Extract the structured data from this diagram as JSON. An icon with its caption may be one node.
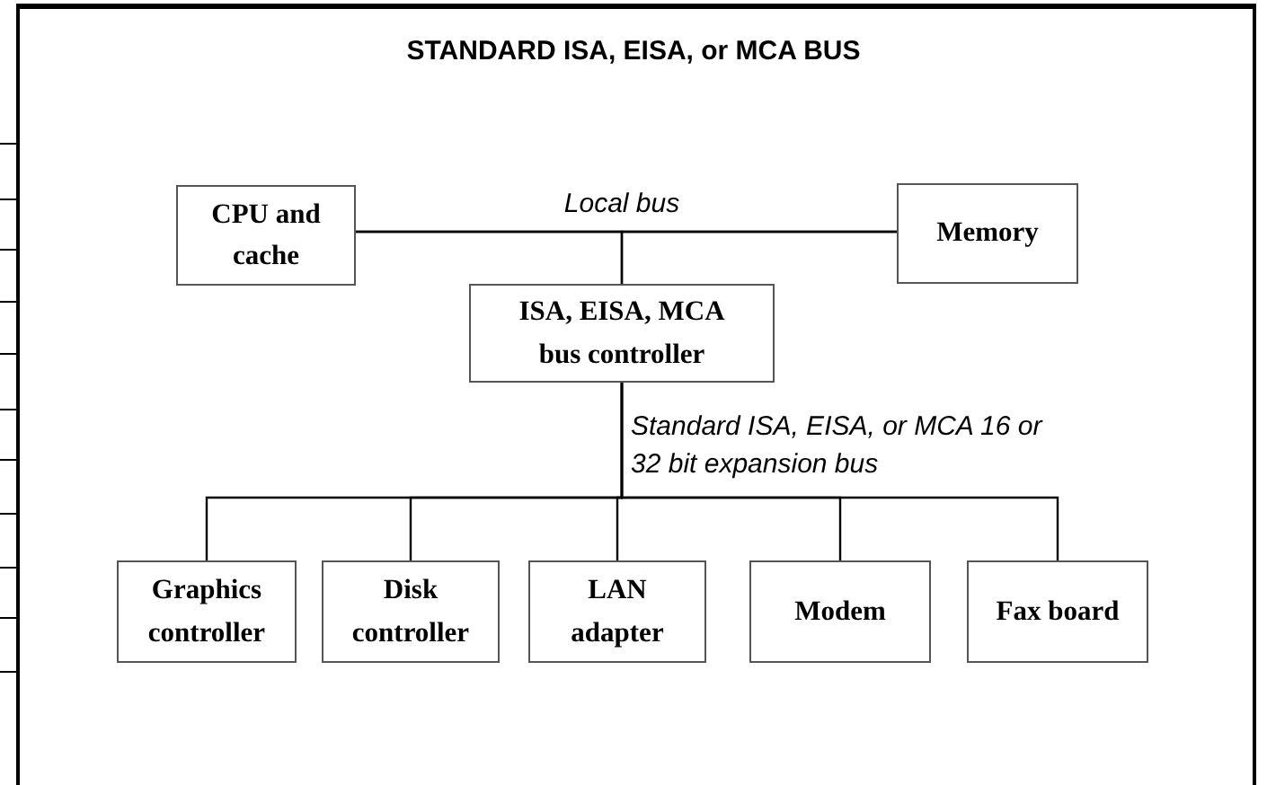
{
  "diagram": {
    "title": "STANDARD ISA, EISA, or MCA BUS",
    "nodes": [
      {
        "text": [
          "CPU and cache"
        ]
      },
      {
        "text": [
          "Memory"
        ]
      },
      {
        "text": [
          "ISA, EISA, MCA bus controller"
        ]
      },
      {
        "text": [
          "Graphics controller"
        ]
      },
      {
        "text": [
          "Disk controller"
        ]
      },
      {
        "text": [
          "LAN adapter"
        ]
      },
      {
        "text": [
          "Modem"
        ]
      },
      {
        "text": [
          "Fax board"
        ]
      }
    ],
    "edges": [
      {
        "from": 0,
        "to": 1,
        "arrow": "none",
        "label": "Local bus"
      },
      {
        "from": 2,
        "to": 0,
        "arrow": "none"
      },
      {
        "from": 2,
        "to": 1,
        "arrow": "none"
      },
      {
        "from": 2,
        "to": 3,
        "arrow": "none"
      },
      {
        "from": 2,
        "to": 4,
        "arrow": "none"
      },
      {
        "from": 2,
        "to": 5,
        "arrow": "none",
        "label": "Standard ISA, EISA, or MCA 16 or 32 bit expansion bus"
      },
      {
        "from": 2,
        "to": 6,
        "arrow": "none"
      },
      {
        "from": 2,
        "to": 7,
        "arrow": "none"
      }
    ]
  }
}
